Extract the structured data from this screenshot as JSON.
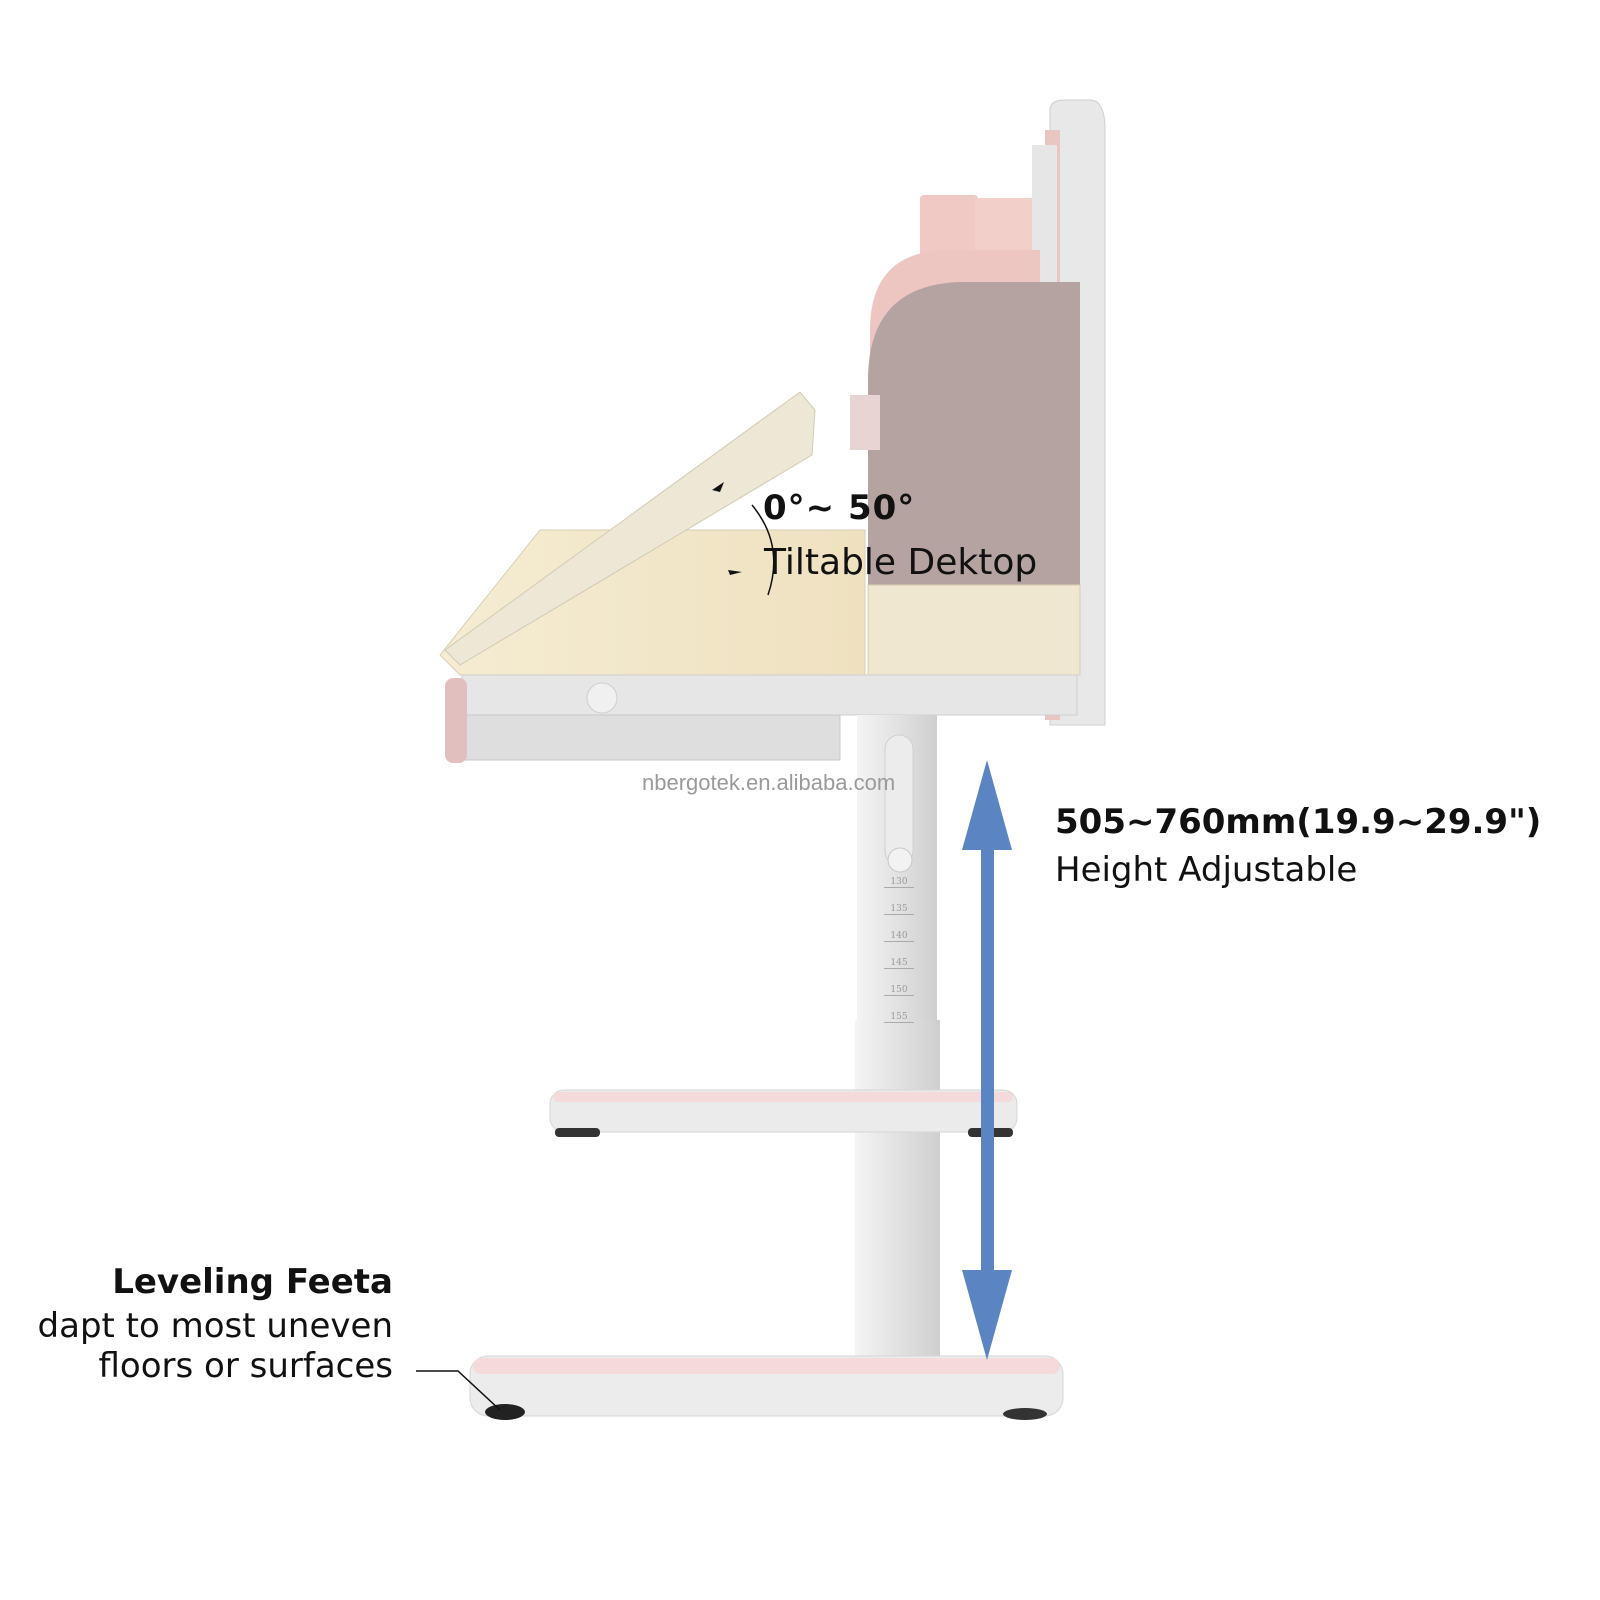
{
  "tilt": {
    "angle_range": "0°~  50°",
    "label": "Tiltable Dektop"
  },
  "height": {
    "range": "505~760mm(19.9~29.9\")",
    "label": "Height Adjustable"
  },
  "leveling": {
    "title": "Leveling Feeta",
    "line1": "dapt to most uneven",
    "line2": "floors or surfaces"
  },
  "watermark": "nbergotek.en.alibaba.com",
  "scale_marks": [
    "130",
    "135",
    "140",
    "145",
    "150",
    "155"
  ],
  "colors": {
    "arrow": "#5a84c2",
    "pink": "#e9c4c2",
    "wood": "#f1e8cf",
    "frame": "#e4e4e4"
  }
}
